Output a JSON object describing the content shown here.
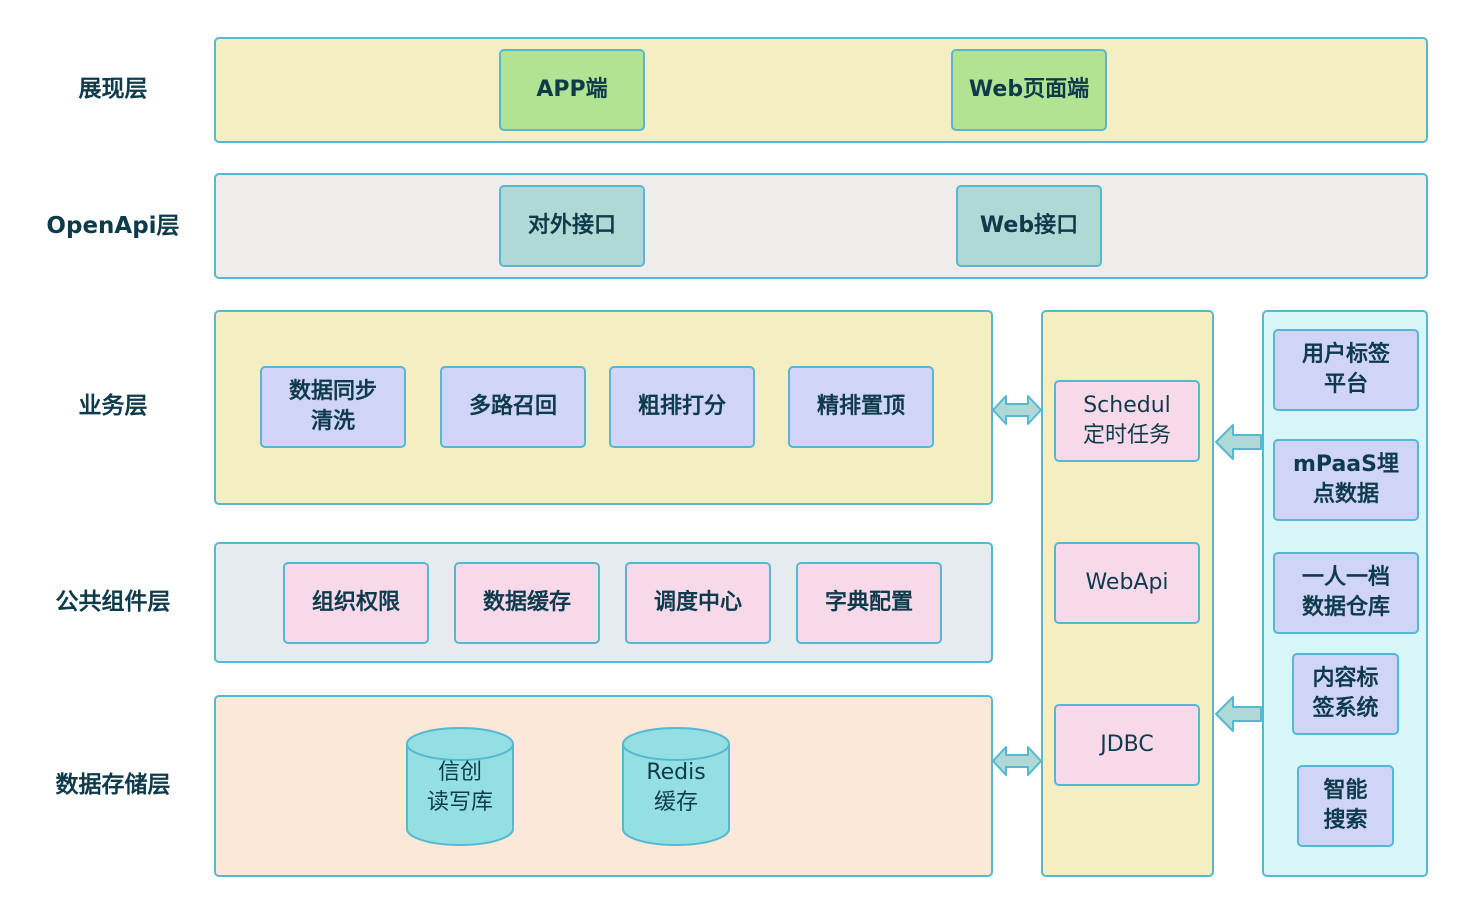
{
  "layers": {
    "presentation": "展现层",
    "openapi": "OpenApi层",
    "business": "业务层",
    "common": "公共组件层",
    "storage": "数据存储层"
  },
  "presentation": {
    "app": "APP端",
    "web": "Web页面端"
  },
  "openapi": {
    "external": "对外接口",
    "web": "Web接口"
  },
  "business": {
    "sync": "数据同步\n清洗",
    "recall": "多路召回",
    "rough_rank": "粗排打分",
    "fine_rank": "精排置顶"
  },
  "common": {
    "permission": "组织权限",
    "cache": "数据缓存",
    "scheduler": "调度中心",
    "dict": "字典配置"
  },
  "storage": {
    "xinchuang": "信创\n读写库",
    "redis": "Redis\n缓存"
  },
  "middle": {
    "schedule": "Schedul\n定时任务",
    "webapi": "WebApi",
    "jdbc": "JDBC"
  },
  "right": {
    "user_tag": "用户标签\n平台",
    "mpaas": "mPaaS埋\n点数据",
    "one_person": "一人一档\n数据仓库",
    "content_tag": "内容标\n签系统",
    "smart_search": "智能\n搜索"
  },
  "colors": {
    "border": "#55b8d2",
    "presentation_bg": "#f5eec3",
    "openapi_bg": "#f0ecec",
    "business_bg": "#f5eec3",
    "common_bg": "#e6ebef",
    "storage_bg": "#fbe8d9",
    "middle_bg": "#f5eec3",
    "right_bg": "#d8f5f7",
    "green_box": "#b1e393",
    "teal_box": "#b0d9d6",
    "lavender_box": "#d0d5f7",
    "pink_box": "#f7d9ea",
    "cylinder": "#93dfe2",
    "arrow_fill": "#b0d9d6"
  }
}
